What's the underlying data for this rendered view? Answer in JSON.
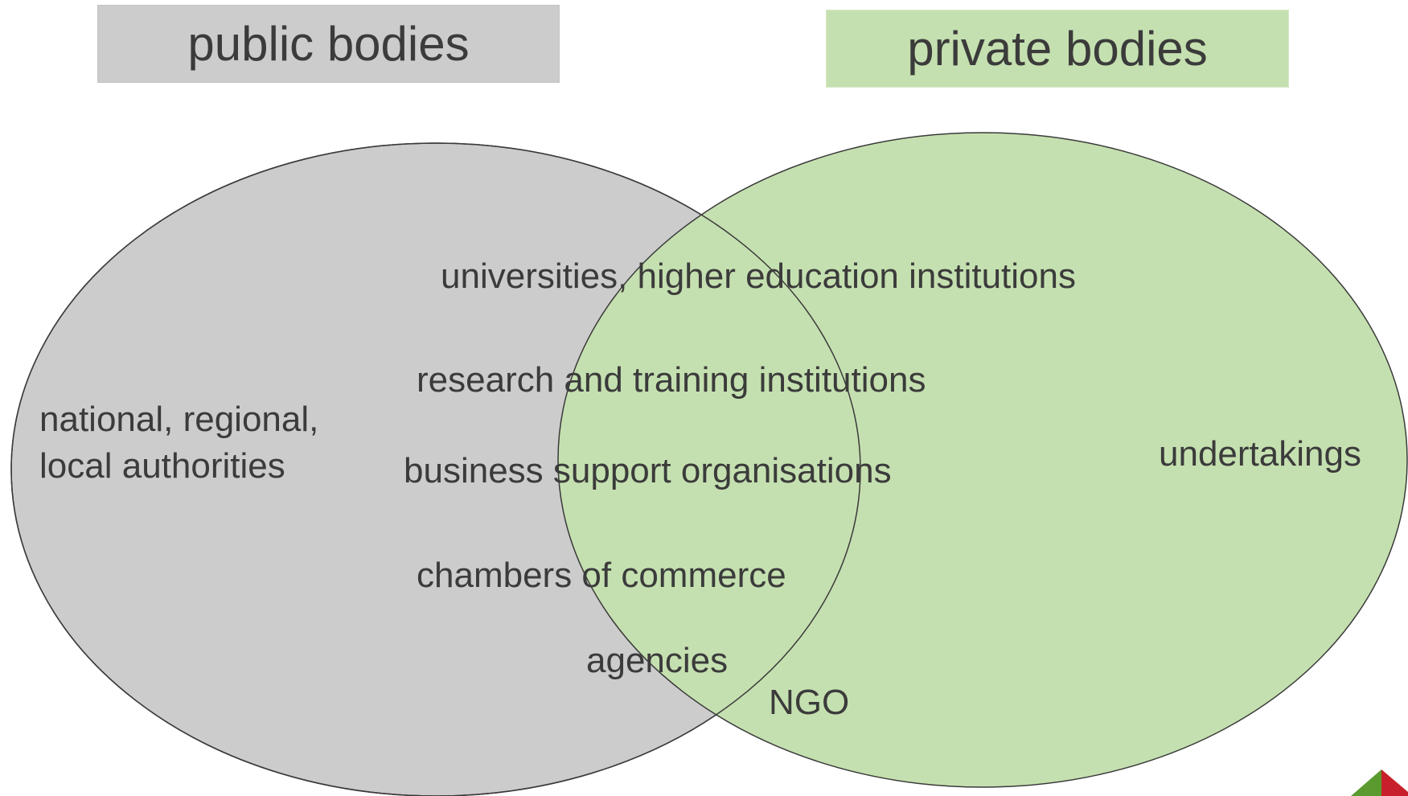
{
  "titles": {
    "public": "public bodies",
    "private": "private bodies"
  },
  "labels": {
    "universities": "universities, higher education institutions",
    "research": "research and training institutions",
    "business": "business support organisations",
    "chambers": "chambers of commerce",
    "agencies": "agencies",
    "ngo": "NGO",
    "undertakings": "undertakings",
    "authorities": "national, regional,\nlocal authorities"
  },
  "colors": {
    "public_fill": "#cccccc",
    "private_fill": "#c5e0b0",
    "outline": "#3a3a3a",
    "text": "#3b3b3b",
    "logo_green": "#5a9a2e",
    "logo_red": "#c8202a"
  }
}
